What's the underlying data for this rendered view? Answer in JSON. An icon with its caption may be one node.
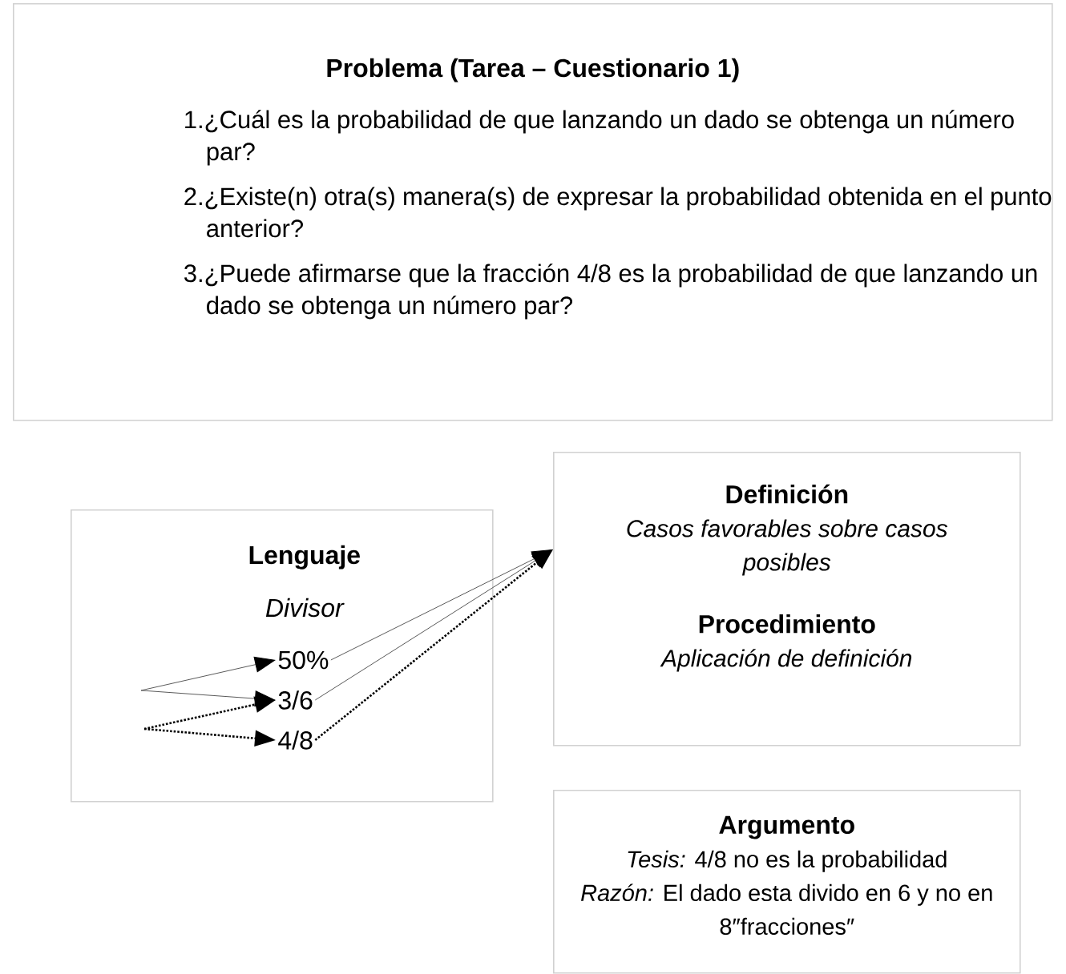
{
  "diagram": {
    "nodes": [
      {
        "text": [
          "Problema (Tarea – Cuestionario 1)",
          "1.¿Cuál es la probabilidad de que lanzando un dado se obtenga un número par?",
          "2.¿Existe(n) otra(s) manera(s) de expresar la probabilidad obtenida en el punto anterior?",
          "3.¿Puede afirmarse que la fracción 4/8 es la probabilidad de que lanzando un dado se obtenga un número par?"
        ]
      },
      {
        "text": [
          "Lenguaje",
          "Divisor"
        ]
      },
      {
        "text": [
          "50%"
        ],
        "in": 1
      },
      {
        "text": [
          "3/6"
        ],
        "in": 1
      },
      {
        "text": [
          "4/8"
        ],
        "in": 1
      },
      {
        "text": [
          "Definición",
          "Casos favorables sobre casos posibles",
          "Procedimiento",
          "Aplicación de definición"
        ]
      },
      {
        "text": [
          "Argumento",
          "*Tesis:* 4/8 no es la probabilidad",
          "*Razón:* El dado esta divido en 6 y no en 8″fracciones″"
        ]
      }
    ],
    "edges": [
      {
        "from": null,
        "to": 2,
        "arrow": "to"
      },
      {
        "from": null,
        "to": 3,
        "arrow": "to"
      },
      {
        "from": null,
        "to": 3,
        "arrow": "to",
        "style": "dashed"
      },
      {
        "from": null,
        "to": 4,
        "arrow": "to",
        "style": "dashed"
      },
      {
        "from": 2,
        "to": 5,
        "arrow": "to"
      },
      {
        "from": 3,
        "to": 5,
        "arrow": "to"
      },
      {
        "from": 4,
        "to": 5,
        "arrow": "to",
        "style": "dashed"
      }
    ]
  }
}
